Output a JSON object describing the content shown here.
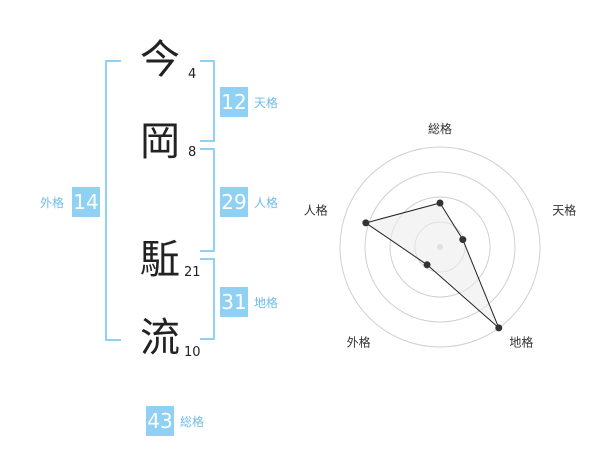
{
  "name_chars": [
    {
      "char": "今",
      "strokes": "4"
    },
    {
      "char": "岡",
      "strokes": "8"
    },
    {
      "char": "駈",
      "strokes": "21"
    },
    {
      "char": "流",
      "strokes": "10"
    }
  ],
  "fortunes": {
    "tenkaku": {
      "value": "12",
      "label": "天格"
    },
    "jinkaku": {
      "value": "29",
      "label": "人格"
    },
    "chikaku": {
      "value": "31",
      "label": "地格"
    },
    "gaikaku": {
      "value": "14",
      "label": "外格"
    },
    "soukaku": {
      "value": "43",
      "label": "総格"
    }
  },
  "colors": {
    "accent": "#8fd0f3",
    "accent_text": "#6fbce6",
    "poly_fill": "#ececec",
    "poly_stroke": "#222222",
    "ring": "#d0d0d0"
  },
  "chart_data": {
    "type": "radar",
    "axes": [
      "総格",
      "天格",
      "地格",
      "外格",
      "人格"
    ],
    "values": [
      2.2,
      1.2,
      5,
      1.1,
      3.9
    ],
    "rmax": 5,
    "rings": 4
  }
}
